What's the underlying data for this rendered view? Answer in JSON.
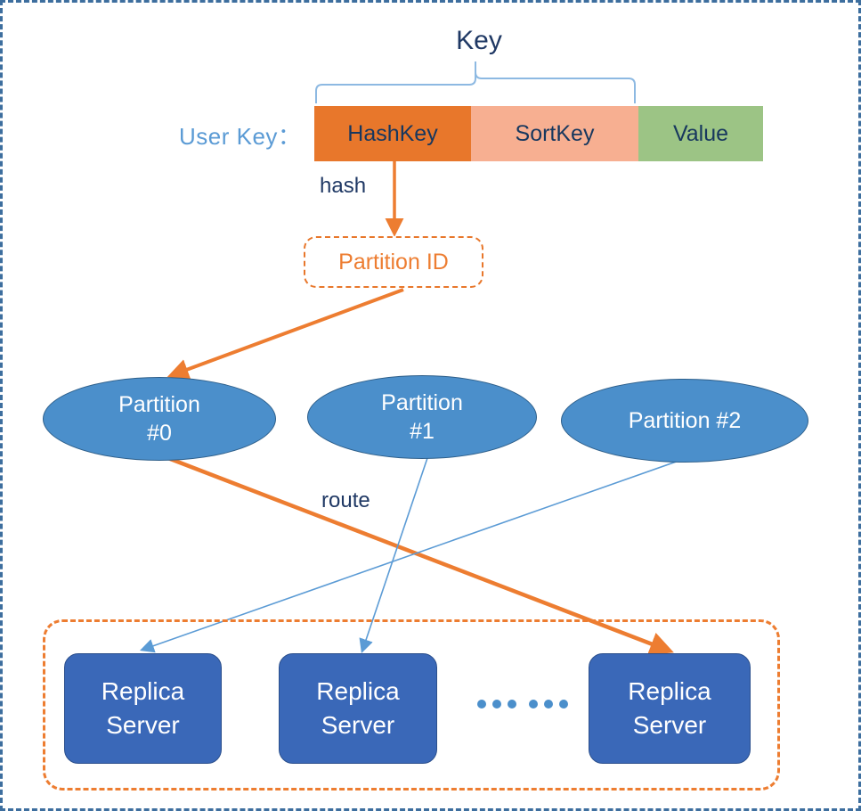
{
  "diagram": {
    "title_label": "Key",
    "user_key_label": "User Key：",
    "key_cells": [
      {
        "name": "hashkey",
        "label": "HashKey",
        "color": "#E8772B"
      },
      {
        "name": "sortkey",
        "label": "SortKey",
        "color": "#F7AF91"
      },
      {
        "name": "value",
        "label": "Value",
        "color": "#9CC485"
      }
    ],
    "edge_labels": {
      "hash": "hash",
      "route": "route"
    },
    "partition_id_label": "Partition ID",
    "partitions": [
      {
        "line1": "Partition",
        "line2": "#0"
      },
      {
        "line1": "Partition",
        "line2": "#1"
      },
      {
        "line1": "Partition #2",
        "line2": ""
      }
    ],
    "replica_servers": [
      {
        "line1": "Replica",
        "line2": "Server"
      },
      {
        "line1": "Replica",
        "line2": "Server"
      },
      {
        "line1": "Replica",
        "line2": "Server"
      }
    ],
    "ellipsis": "... ...",
    "colors": {
      "orange": "#ED7D31",
      "orange_dark": "#E8772B",
      "salmon": "#F7AF91",
      "green": "#9CC485",
      "partition_blue": "#4B8FCB",
      "replica_blue": "#3A68B8",
      "navy_text": "#1F3864",
      "light_blue_text": "#5B9BD5",
      "outer_border": "#3D6E9E"
    }
  }
}
